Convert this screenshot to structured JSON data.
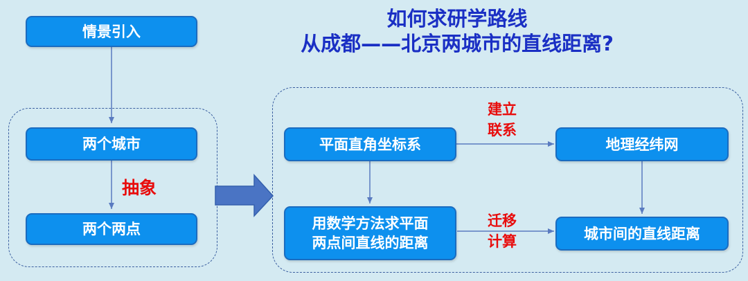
{
  "title": {
    "line1": "如何求研学路线",
    "line2": "从成都——北京两城市的直线距离?"
  },
  "left": {
    "intro": "情景引入",
    "two_cities": "两个城市",
    "abstract_label": "抽象",
    "two_points": "两个两点"
  },
  "right": {
    "coord_system": "平面直角坐标系",
    "establish_label": "建立\n联系",
    "geo_grid": "地理经纬网",
    "method": "用数学方法求平面\n两点间直线的距离",
    "transfer_label": "迁移\n计算",
    "city_distance": "城市间的直线距离"
  }
}
